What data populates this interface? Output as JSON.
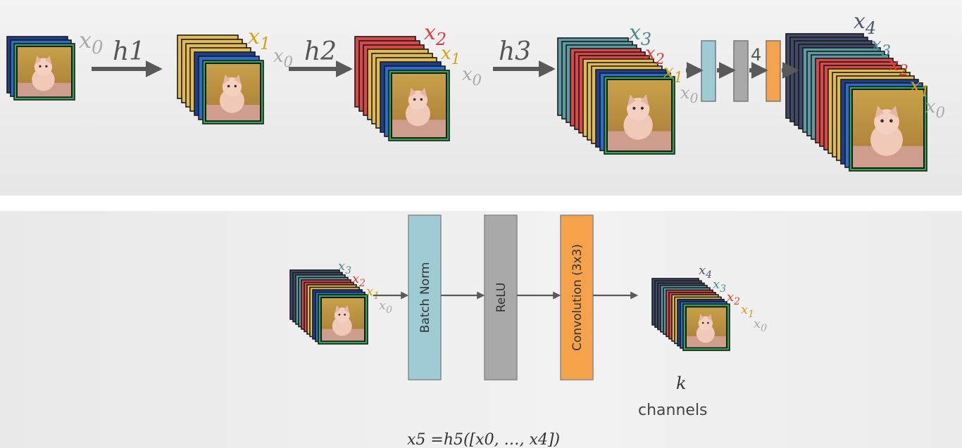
{
  "colors": {
    "x0": "#aaaaaa",
    "x1": "#d4a017",
    "x2": "#e03c3c",
    "x3": "#4a8a90",
    "x4": "#4e5670",
    "arrow": "#595959",
    "batchnorm": "#9fccd4",
    "relu": "#a9a9a9",
    "conv": "#f5a24a"
  },
  "top": {
    "stages": [
      {
        "labels": [
          "x0"
        ]
      },
      {
        "labels": [
          "x1",
          "x0"
        ]
      },
      {
        "labels": [
          "x2",
          "x1",
          "x0"
        ]
      },
      {
        "labels": [
          "x3",
          "x2",
          "x1",
          "x0"
        ]
      },
      {
        "labels": [
          "x4",
          "x3",
          "x2",
          "x1",
          "x0"
        ]
      }
    ],
    "transitions": [
      "h1",
      "h2",
      "h3"
    ],
    "partial_label": "4"
  },
  "bottom": {
    "input_labels": [
      "x3",
      "x2",
      "x1",
      "x0"
    ],
    "blocks": [
      {
        "label": "Batch Norm",
        "color_key": "batchnorm"
      },
      {
        "label": "ReLU",
        "color_key": "relu"
      },
      {
        "label": "Convolution (3x3)",
        "color_key": "conv"
      }
    ],
    "output_labels": [
      "x4",
      "x3",
      "x2",
      "x1",
      "x0"
    ],
    "k_label": "k",
    "channels_label": "channels",
    "formula": "x5 =h5([x0, …, x4])"
  }
}
